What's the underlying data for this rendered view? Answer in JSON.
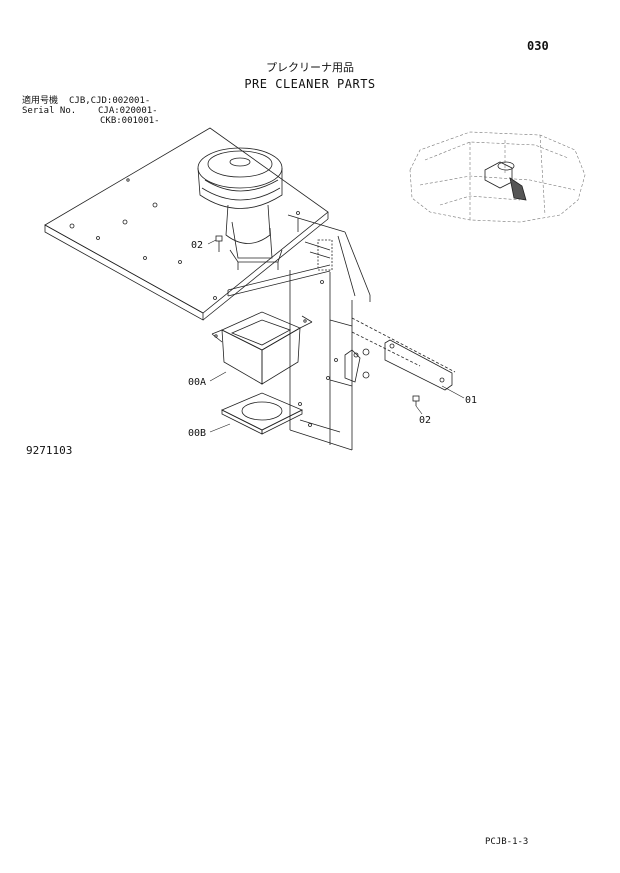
{
  "header": {
    "page_number": "030",
    "title_japanese": "プレクリーナ用品",
    "title_english": "PRE CLEANER PARTS"
  },
  "serial_block": {
    "label_japanese": "適用号機",
    "label_english": "Serial No.",
    "values": [
      "CJB,CJD:002001-",
      "CJA:020001-",
      "CKB:001001-"
    ]
  },
  "callouts": {
    "c02_left": "02",
    "c00A": "00A",
    "c00B": "00B",
    "c01": "01",
    "c02_right": "02"
  },
  "figure_number": "9271103",
  "footer_code": "PCJB-1-3"
}
